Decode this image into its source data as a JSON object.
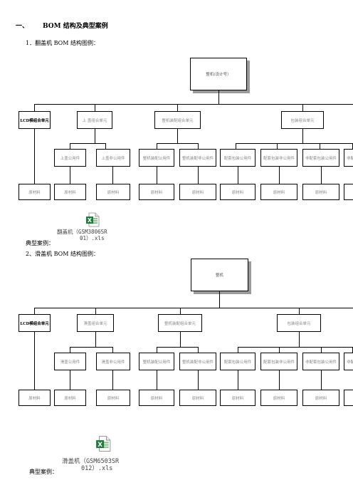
{
  "heading": {
    "number": "一、",
    "title": "BOM 结构及典型案例"
  },
  "section1": {
    "title": "1．翻盖机 BOM 结构图例：",
    "top": "整机(设计号）",
    "mid": [
      "LCD模组合单元",
      "上 盖组合单元",
      "整机装配组合单元",
      "包装组合单元"
    ],
    "parts": [
      "上盖公用件",
      "上盖非公用件",
      "整机装配公用件",
      "整机装配非公用件",
      "配套包装公用件",
      "配套包装非公用件",
      "非配套包装公用件",
      "非配"
    ],
    "raw_label": "原材料",
    "attachment_line1": "翻盖机（GSM3806SR",
    "attachment_line2": "01）.xls",
    "case_label": "典型案例："
  },
  "section2": {
    "title": "2、滑盖机 BOM 结构图例：",
    "top": "整机",
    "mid": [
      "LCD模组合单元",
      "滑盖组合单元",
      "整机装配组合单元",
      "包装组合单元"
    ],
    "parts": [
      "滑盖公用件",
      "滑盖非公用件",
      "整机装配公用件",
      "整机装配非公用件",
      "配套包装公用件",
      "配套包装非公用件",
      "非配套包装公用件",
      "非配套"
    ],
    "raw_label": "原材料",
    "attachment_line1": "滑盖机（GSM6503SR",
    "attachment_line2": "012）.xls",
    "case_label": "典型案例："
  }
}
